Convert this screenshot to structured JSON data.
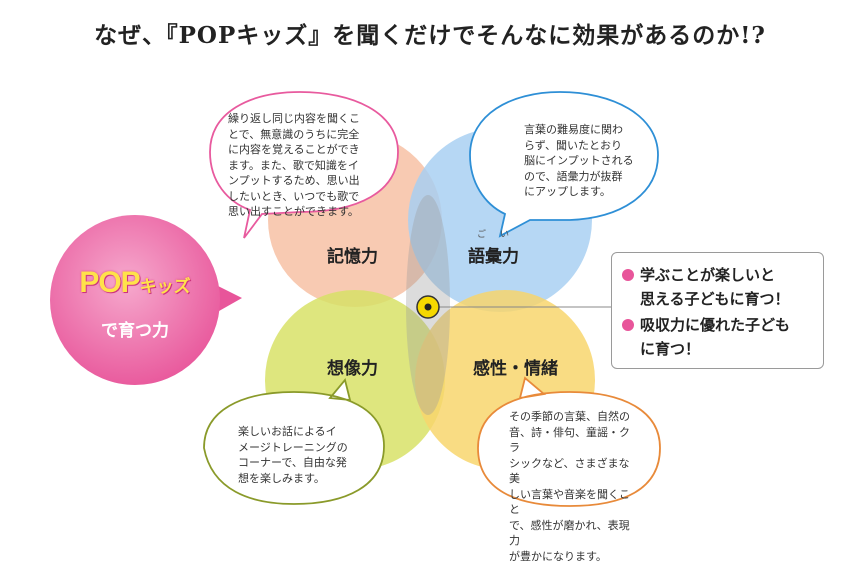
{
  "title": "なぜ、『POPキッズ』を聞くだけでそんなに効果があるのか!?",
  "brand": {
    "logo": "POP",
    "logo_kana": "キッズ",
    "subtitle": "で育つ力"
  },
  "abilities": {
    "memory": {
      "label": "記憶力",
      "text": "繰り返し同じ内容を聞くこ\nとで、無意識のうちに完全\nに内容を覚えることができ\nます。また、歌で知識をイ\nンプットするため、思い出\nしたいとき、いつでも歌で\n思い出すことができます。"
    },
    "vocabulary": {
      "label": "語彙力",
      "ruby": "ごい",
      "text": "言葉の難易度に関わ\nらず、聞いたとおり\n脳にインプットされる\nので、語彙力が抜群\nにアップします。"
    },
    "imagination": {
      "label": "想像力",
      "text": "楽しいお話によるイ\nメージトレーニングの\nコーナーで、自由な発\n想を楽しみます。"
    },
    "emotion": {
      "label": "感性・情緒",
      "text": "その季節の言葉、自然の\n音、詩・俳句、童謡・クラ\nシックなど、さまざまな美\nしい言葉や音楽を聞くこと\nで、感性が磨かれ、表現力\nが豊かになります。"
    }
  },
  "results": [
    "学ぶことが楽しいと\n思える子どもに育つ！",
    "吸収力に優れた子ども\nに育つ！"
  ],
  "colors": {
    "memory_circle": "#f7c1a5",
    "vocab_circle": "#a9d0f2",
    "imagine_circle": "#d8e267",
    "emotion_circle": "#f8d66d",
    "memory_bubble": "#e85a9e",
    "vocab_bubble": "#2e8fd6",
    "imagine_bubble": "#8a9a2a",
    "emotion_bubble": "#e88a3a",
    "brand_pink": "#e8559a",
    "center_dot": "#f5d800"
  }
}
